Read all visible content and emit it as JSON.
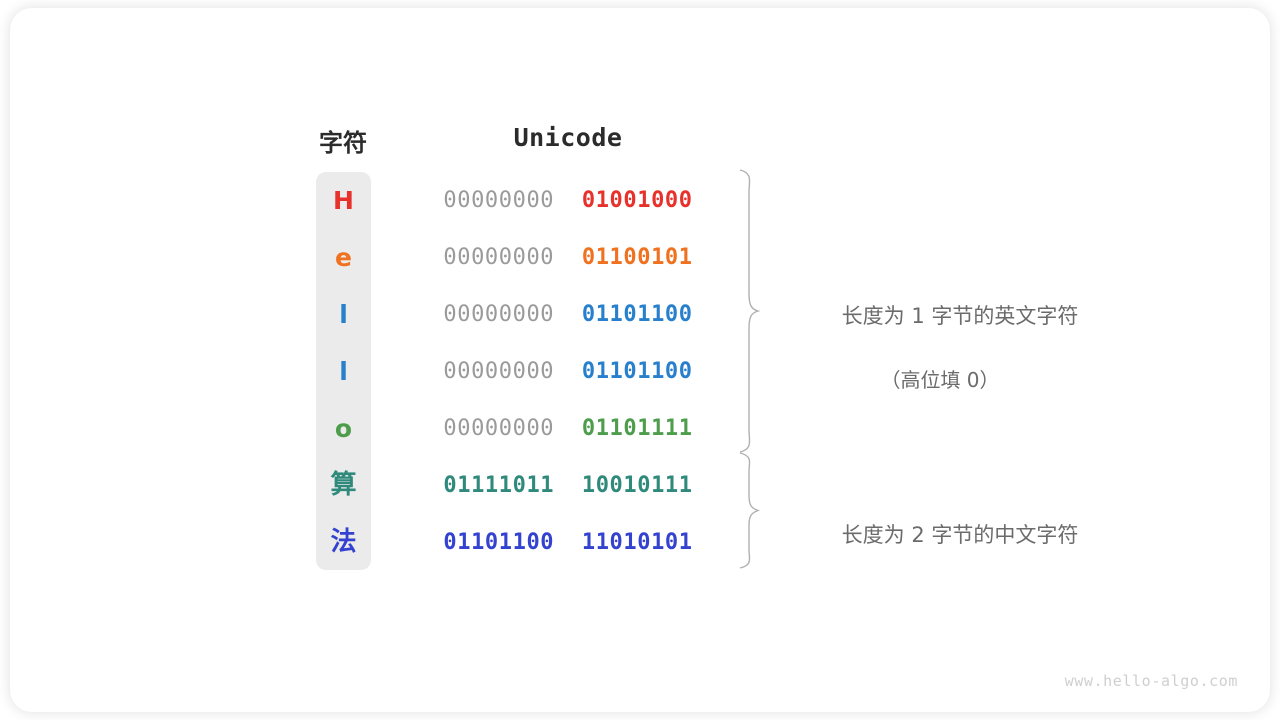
{
  "table": {
    "header_char": "字符",
    "header_unicode": "Unicode",
    "column_bg": "#ebebeb",
    "rows": [
      {
        "char": "H",
        "color": "#e8312a",
        "high_bits": "00000000",
        "low_bits": "01001000",
        "high_colored": false,
        "cjk": false
      },
      {
        "char": "e",
        "color": "#f0711f",
        "high_bits": "00000000",
        "low_bits": "01100101",
        "high_colored": false,
        "cjk": false
      },
      {
        "char": "l",
        "color": "#2880cd",
        "high_bits": "00000000",
        "low_bits": "01101100",
        "high_colored": false,
        "cjk": false
      },
      {
        "char": "l",
        "color": "#2880cd",
        "high_bits": "00000000",
        "low_bits": "01101100",
        "high_colored": false,
        "cjk": false
      },
      {
        "char": "o",
        "color": "#4d9d4d",
        "high_bits": "00000000",
        "low_bits": "01101111",
        "high_colored": false,
        "cjk": false
      },
      {
        "char": "算",
        "color": "#2f8a7c",
        "high_bits": "01111011",
        "low_bits": "10010111",
        "high_colored": true,
        "cjk": true
      },
      {
        "char": "法",
        "color": "#3342cf",
        "high_bits": "01101100",
        "low_bits": "11010101",
        "high_colored": true,
        "cjk": true
      }
    ],
    "high_bits_color": "#9a9a9a"
  },
  "annotations": [
    {
      "id": "one-byte",
      "line1": "长度为 1 字节的英文字符",
      "line2": "（高位填 0）"
    },
    {
      "id": "two-byte",
      "line1": "长度为 2 字节的中文字符",
      "line2": ""
    }
  ],
  "watermark": "www.hello-algo.com"
}
